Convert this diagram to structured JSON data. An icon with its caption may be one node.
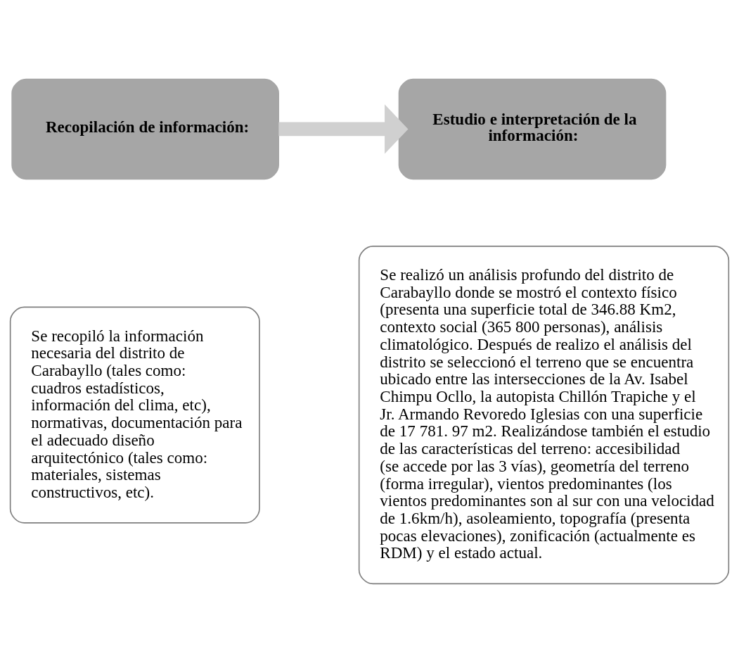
{
  "diagram": {
    "nodes": [
      {
        "text": [
          "Recopilación de información:"
        ]
      },
      {
        "text": [
          "Estudio e interpretación de la información:"
        ]
      },
      {
        "text": [
          "Se recopiló la información necesaria del distrito de Carabayllo (tales como: cuadros estadísticos, información del clima, etc), normativas, documentación para el adecuado diseño arquitectónico (tales como: materiales, sistemas constructivos, etc)."
        ]
      },
      {
        "text": [
          "Se realizó un análisis profundo del distrito de Carabayllo donde se mostró el contexto físico (presenta una superficie total de 346.88 Km2, contexto social (365 800 personas), análisis climatológico. Después de realizo el análisis del distrito se seleccionó el terreno que se encuentra ubicado entre las intersecciones de la Av. Isabel Chimpu Ocllo, la autopista Chillón Trapiche y el Jr. Armando Revoredo Iglesias con una superficie de 17 781. 97 m2. Realizándose también el estudio de las características del terreno: accesibilidad (se accede por las 3 vías), geometría del terreno (forma irregular), vientos predominantes (los vientos predominantes son al sur con una velocidad de 1.6km/h), asoleamiento, topografía (presenta pocas elevaciones), zonificación (actualmente es RDM) y el estado actual."
        ]
      }
    ],
    "edges": [
      {
        "from": 0,
        "to": 1,
        "arrow": "to"
      }
    ]
  }
}
